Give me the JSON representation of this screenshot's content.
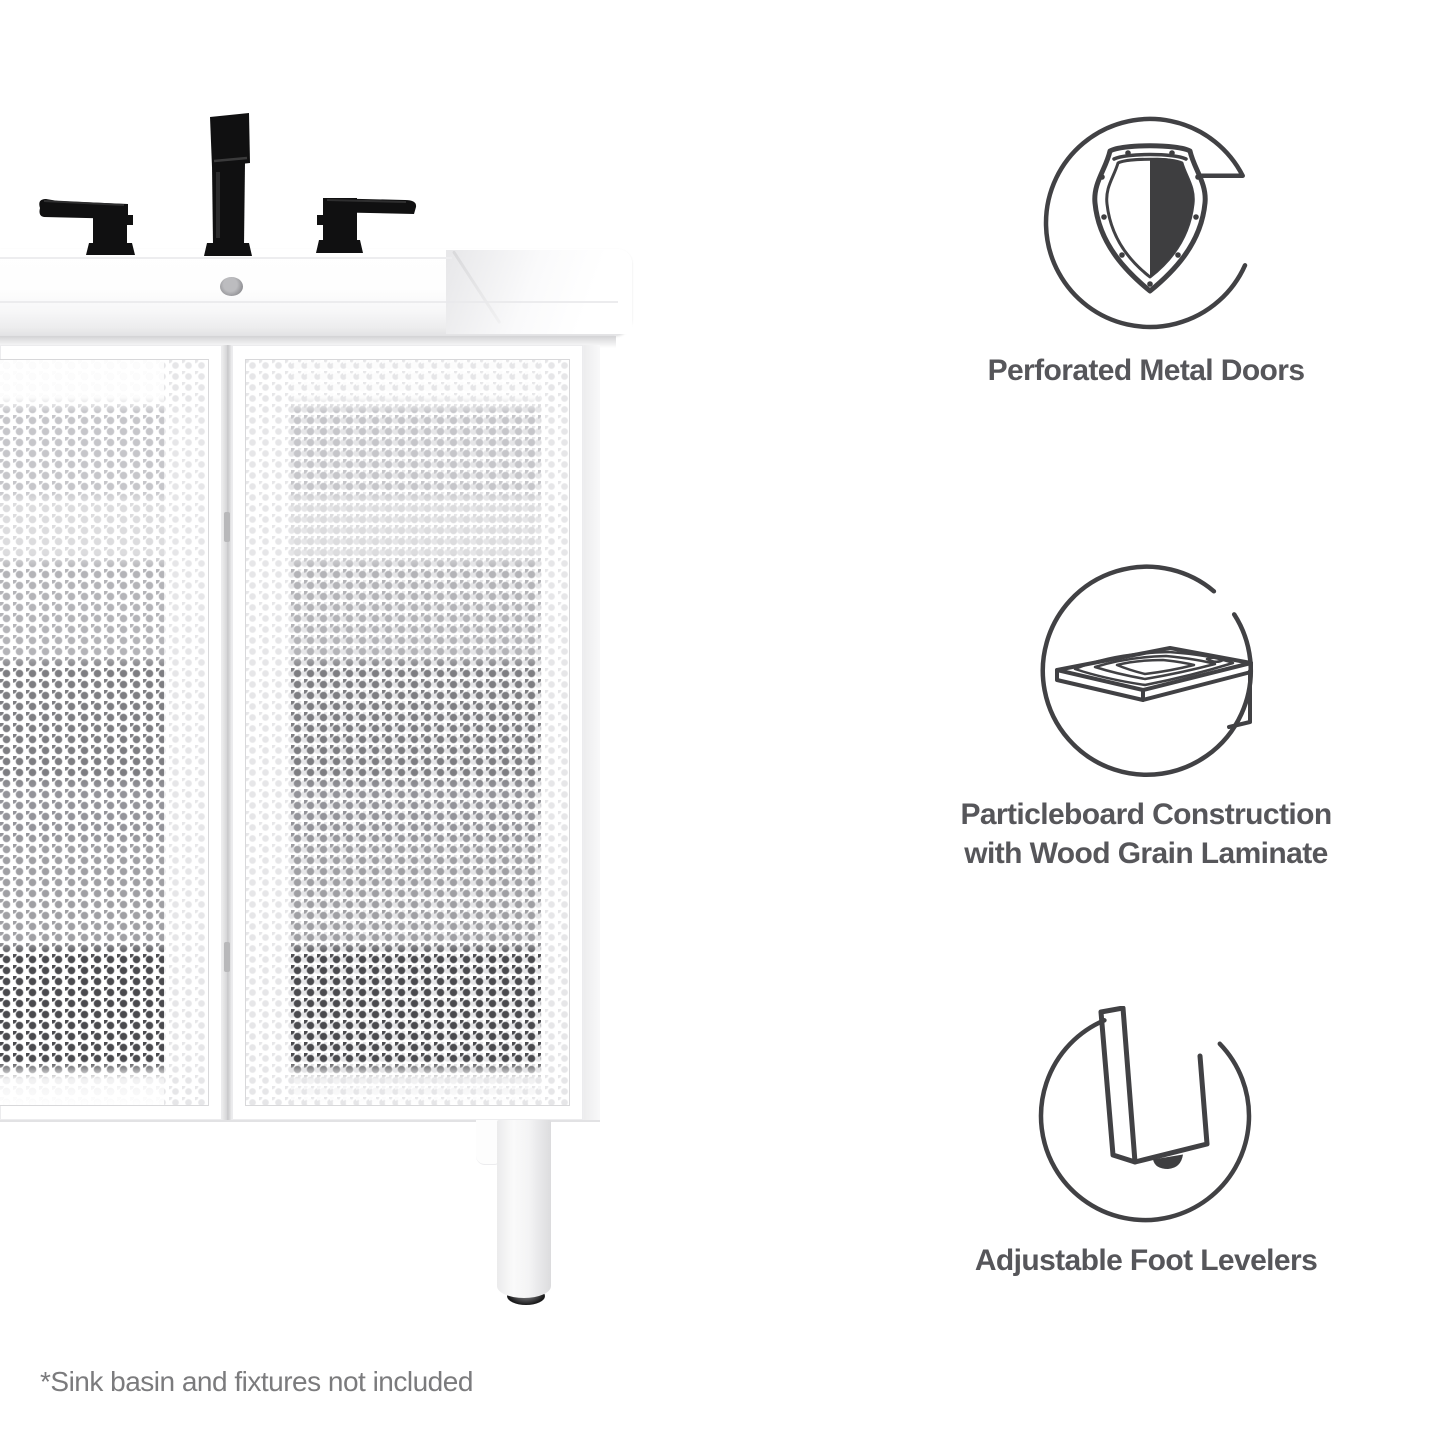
{
  "photo_alt": "White bathroom vanity cabinet with two perforated metal doors, white sink top, matte black widespread faucet and one round white leg with adjustable foot",
  "features": [
    {
      "icon": "shield-icon",
      "label": "Perforated Metal Doors",
      "lines": [
        "Perforated Metal Doors",
        ""
      ]
    },
    {
      "icon": "particleboard-icon",
      "label": "Particleboard Construction with Wood Grain Laminate",
      "lines": [
        "Particleboard Construction",
        "with Wood Grain Laminate"
      ]
    },
    {
      "icon": "foot-leveler-icon",
      "label": "Adjustable Foot Levelers",
      "lines": [
        "Adjustable Foot Levelers",
        ""
      ]
    }
  ],
  "footnote": "*Sink basin and fixtures not included",
  "colors": {
    "background": "#ffffff",
    "label_text": "#56565a",
    "footnote_text": "#7b7b7d",
    "icon_line": "#414144",
    "icon_fill": "#3e3e40",
    "faucet_black": "#101011"
  }
}
